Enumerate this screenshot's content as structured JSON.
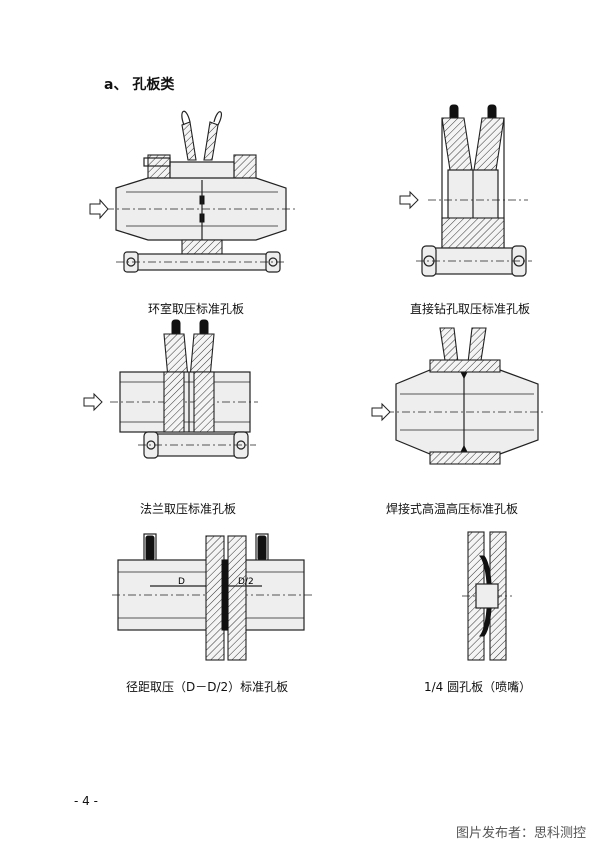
{
  "section": {
    "title": "a、 孔板类"
  },
  "figures": [
    {
      "caption": "环室取压标准孔板"
    },
    {
      "caption": "直接钻孔取压标准孔板"
    },
    {
      "caption": "法兰取压标准孔板"
    },
    {
      "caption": "焊接式高温高压标准孔板"
    },
    {
      "caption": "径距取压（D－D/2）标准孔板",
      "label_d": "D",
      "label_d2": "D/2"
    },
    {
      "caption": "1/4 圆孔板（喷嘴）"
    }
  ],
  "footer": {
    "page_number": "- 4 -",
    "watermark": "图片发布者：思科测控"
  }
}
